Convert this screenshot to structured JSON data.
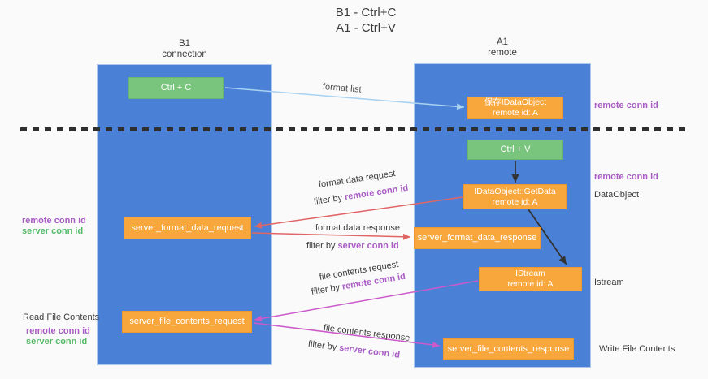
{
  "title": {
    "line1": "B1 - Ctrl+C",
    "line2": "A1 - Ctrl+V"
  },
  "columns": {
    "left": {
      "name": "B1",
      "subtitle": "connection"
    },
    "right": {
      "name": "A1",
      "subtitle": "remote"
    }
  },
  "boxes": {
    "ctrl_c": "Ctrl + C",
    "ctrl_v": "Ctrl + V",
    "save_idataobject": {
      "line1": "保存IDataObject",
      "line2": "remote id: A"
    },
    "getdata": {
      "line1": "IDataObject::GetData",
      "line2": "remote id: A"
    },
    "istream": {
      "line1": "IStream",
      "line2": "remote id: A"
    },
    "server_format_data_request": "server_format_data_request",
    "server_format_data_response": "server_format_data_response",
    "server_file_contents_request": "server_file_contents_request",
    "server_file_contents_response": "server_file_contents_response"
  },
  "arrow_labels": {
    "format_list": "format list",
    "format_data_request": "format data request",
    "format_data_response": "format data response",
    "file_contents_request": "file contents request",
    "file_contents_response": "file contents response",
    "filter_by": "filter by ",
    "remote_conn_id": "remote conn id",
    "server_conn_id": "server conn id"
  },
  "side_labels": {
    "left": {
      "remote_conn_id": "remote conn id",
      "server_conn_id": "server conn id",
      "read_file_contents": "Read File Contents",
      "remote_conn_id_2": "remote conn id",
      "server_conn_id_2": "server conn id"
    },
    "right": {
      "remote_conn_id_top": "remote conn id",
      "remote_conn_id_mid": "remote conn id",
      "dataobject": "DataObject",
      "istream": "Istream",
      "write_file_contents": "Write File Contents"
    }
  },
  "colors": {
    "background": "#fafafa",
    "column_blue": "#4a80d5",
    "box_orange": "#f8a73d",
    "box_green": "#79c57d",
    "text_dark": "#3c3c3c",
    "text_white": "#ffffff",
    "purple": "#a85cc4",
    "green_text": "#53ba68",
    "arrow_red": "#e06666",
    "arrow_magenta": "#cb5acb",
    "arrow_lightblue": "#a9d2f0",
    "dash_black": "#2f2f2f"
  }
}
